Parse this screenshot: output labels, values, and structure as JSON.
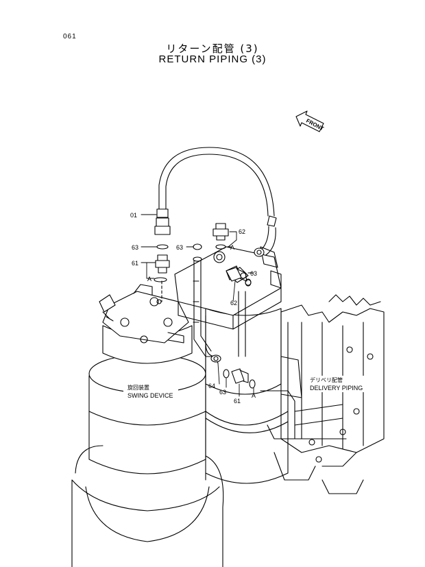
{
  "page_number": "061",
  "title_jp": "リターン配管 (3)",
  "title_en": "RETURN PIPING (3)",
  "front_label": "FRONT",
  "callouts": {
    "p01": "01",
    "p63a": "63",
    "p61a": "61",
    "p62a": "62",
    "p63b": "63",
    "p63c": "63",
    "p62b": "62",
    "p64": "64",
    "p63d": "63",
    "p61b": "61",
    "A1": "A",
    "A2": "A",
    "A3": "A"
  },
  "swing_device": {
    "jp": "旋回装置",
    "en": "SWING DEVICE"
  },
  "delivery_piping": {
    "jp": "デリベリ配管",
    "en": "DELIVERY PIPING"
  },
  "colors": {
    "line": "#000000",
    "background": "#ffffff"
  }
}
